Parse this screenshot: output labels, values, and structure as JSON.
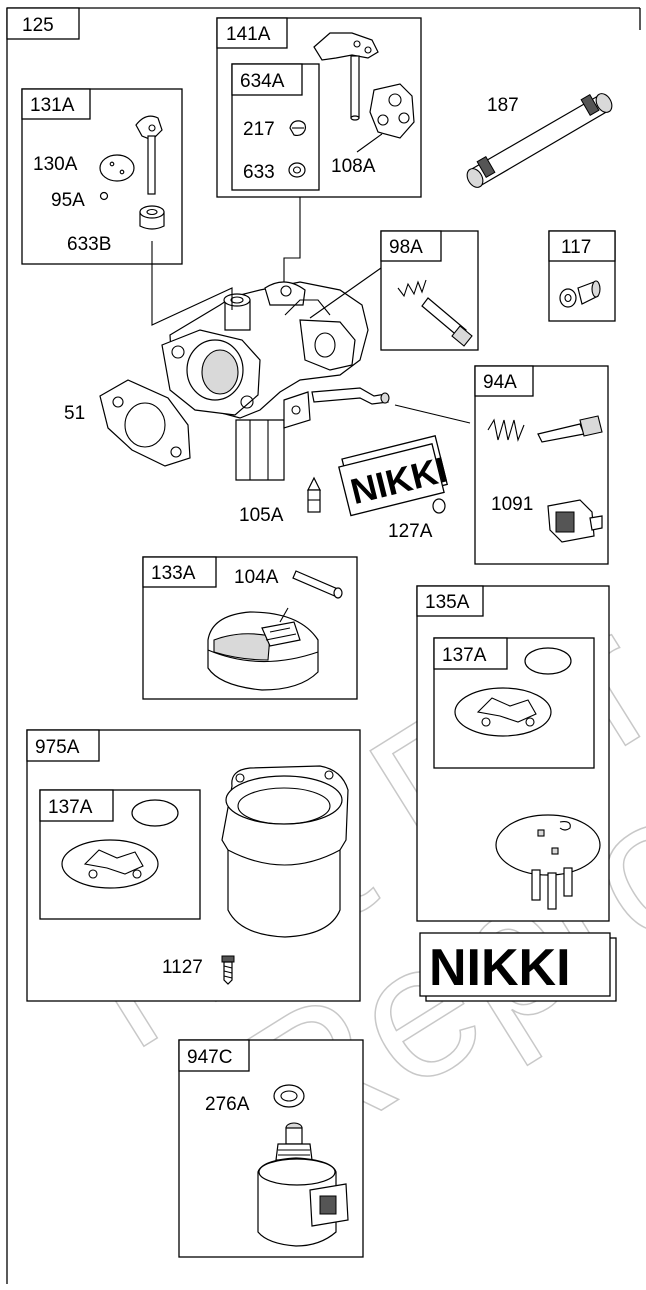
{
  "page": {
    "diagram_number": "125"
  },
  "watermark": {
    "line1": "Not For",
    "line2": "Reproduction"
  },
  "brand": {
    "logo_text": "NIKKI"
  },
  "groups": {
    "g141A": {
      "tab": "141A"
    },
    "g634A": {
      "tab": "634A"
    },
    "g131A": {
      "tab": "131A"
    },
    "g98A": {
      "tab": "98A"
    },
    "g117": {
      "tab": "117"
    },
    "g94A": {
      "tab": "94A"
    },
    "g133A": {
      "tab": "133A"
    },
    "g135A": {
      "tab": "135A"
    },
    "g137A_right": {
      "tab": "137A"
    },
    "g975A": {
      "tab": "975A"
    },
    "g137A_left": {
      "tab": "137A"
    },
    "g947C": {
      "tab": "947C"
    }
  },
  "labels": {
    "p217": "217",
    "p633": "633",
    "p108A": "108A",
    "p187": "187",
    "p130A": "130A",
    "p95A": "95A",
    "p633B": "633B",
    "p51": "51",
    "p105A": "105A",
    "p127A": "127A",
    "p1091": "1091",
    "p104A": "104A",
    "p1127": "1127",
    "p276A": "276A"
  }
}
